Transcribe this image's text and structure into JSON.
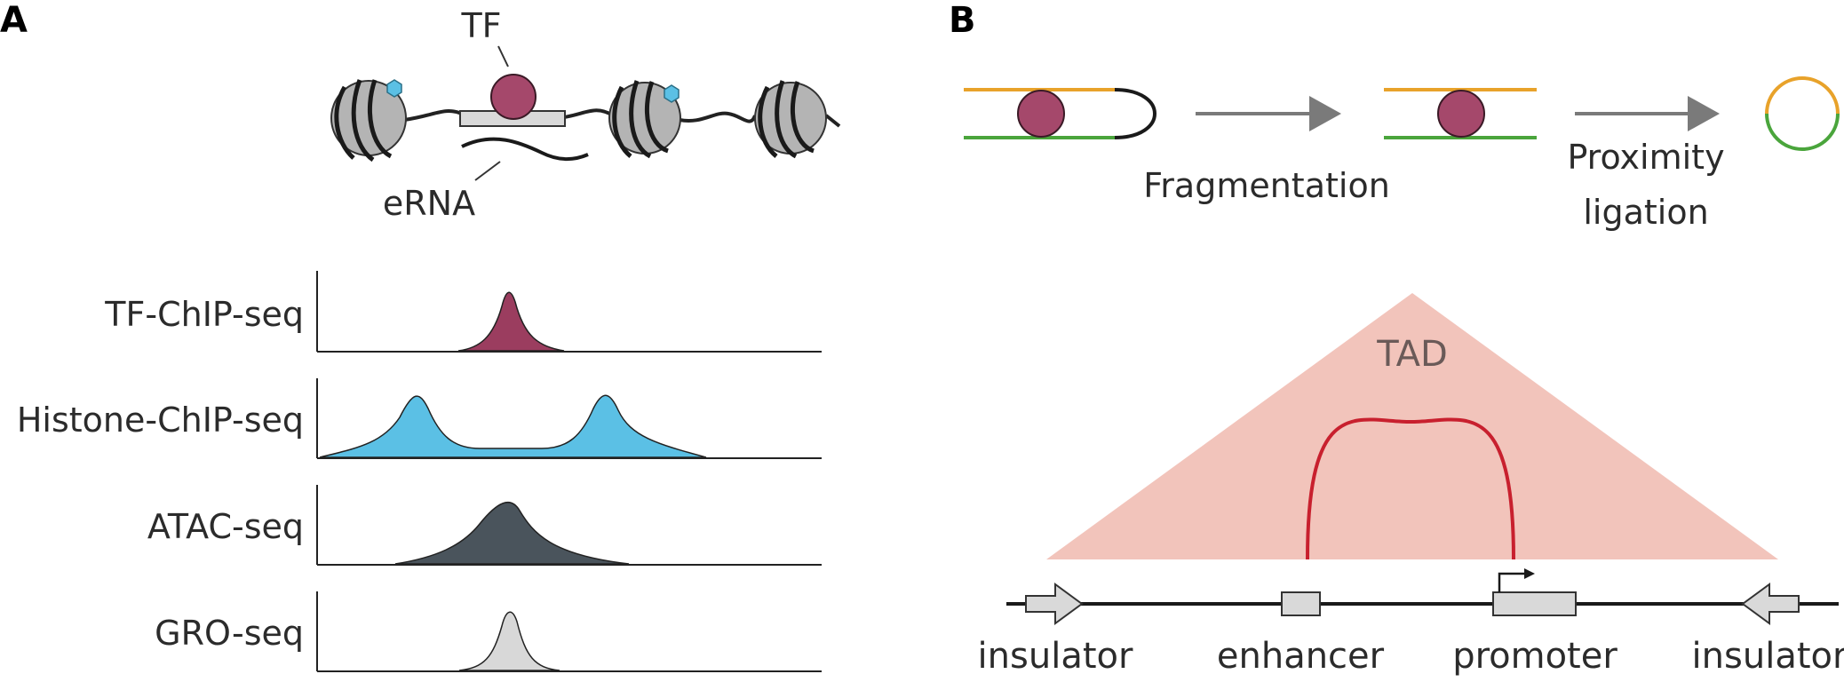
{
  "panel_a": {
    "letter": "A",
    "tf_label": "TF",
    "erna_label": "eRNA",
    "tracks": [
      {
        "label": "TF-ChIP-seq",
        "color": "#9b3d5f"
      },
      {
        "label": "Histone-ChIP-seq",
        "color": "#5bc0e5"
      },
      {
        "label": "ATAC-seq",
        "color": "#4a545c"
      },
      {
        "label": "GRO-seq",
        "color": "#d8d8d8"
      }
    ]
  },
  "panel_b": {
    "letter": "B",
    "steps": {
      "fragmentation": "Fragmentation",
      "ligation_line1": "Proximity",
      "ligation_line2": "ligation"
    },
    "tad_label": "TAD",
    "elements": {
      "insulator_left": "insulator",
      "enhancer": "enhancer",
      "promoter": "promoter",
      "insulator_right": "insulator"
    }
  },
  "colors": {
    "tf_protein": "#a5486b",
    "nucleosome": "#b4b4b4",
    "histone_mark": "#5bc0e5",
    "strand_orange": "#e8a22a",
    "strand_green": "#4aa53c",
    "tad_fill": "#f2c4bb",
    "loop": "#c8202e",
    "arrow": "#7a7a7a",
    "element_box": "#d9d9d9"
  }
}
